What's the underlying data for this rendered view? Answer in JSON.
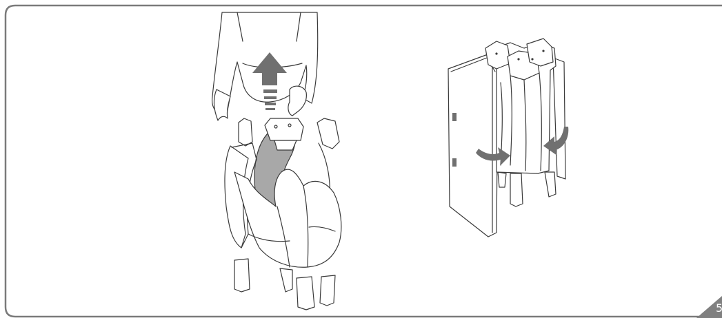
{
  "page": {
    "number": "5"
  },
  "illustrations": [
    {
      "name": "lift-center-illustration",
      "icon": "arrow-up-icon"
    },
    {
      "name": "slide-into-bag-illustration",
      "icon": "curved-arrow-icon"
    }
  ],
  "colors": {
    "outline": "#3a3a3a",
    "arrow": "#707070",
    "fabric": "#a8a8a8",
    "frame": "#7a7a7a",
    "corner": "#808080"
  }
}
